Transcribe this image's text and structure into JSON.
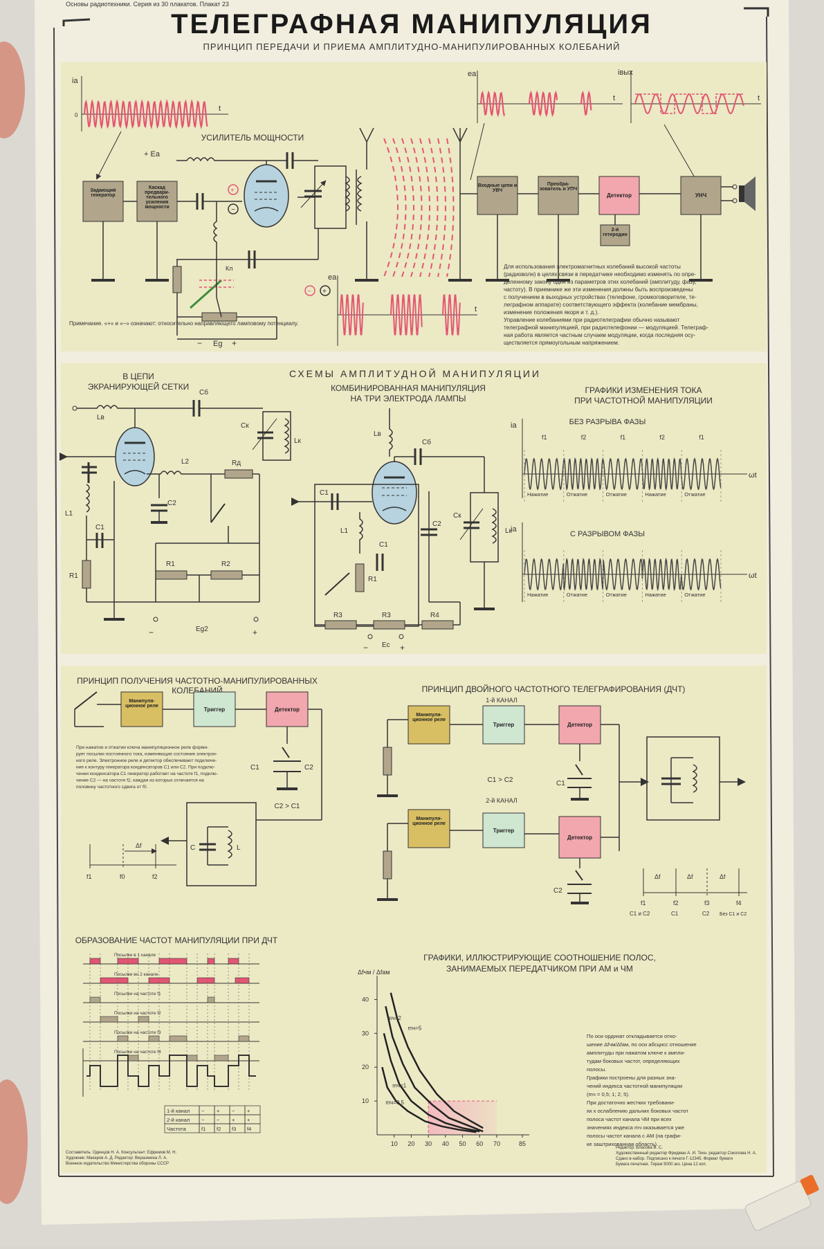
{
  "header": {
    "series": "Основы радиотехники. Серия из 30 плакатов. Плакат 23",
    "title": "ТЕЛЕГРАФНАЯ МАНИПУЛЯЦИЯ",
    "subtitle": "ПРИНЦИП ПЕРЕДАЧИ И ПРИЕМА АМПЛИТУДНО-МАНИПУЛИРОВАННЫХ КОЛЕБАНИЙ"
  },
  "panel1": {
    "amplifier_title": "УСИЛИТЕЛЬ МОЩНОСТИ",
    "blocks": {
      "oscillator": "Задающий генератор",
      "preamp": "Каскад предвари-тельного усиления мощности",
      "input": "Входные цепи и УВЧ",
      "mixer": "Преобра-зователь и УПЧ",
      "detector": "Детектор",
      "ulf": "УНЧ",
      "heterodyne": "2-й гетеродин"
    },
    "labels": {
      "i_a": "iа",
      "t": "t",
      "e_a": "eа",
      "i_out": "iвых",
      "e_a2": "eа",
      "e_b": "+ Eа",
      "e_g": "Eg",
      "minus": "−",
      "plus": "+",
      "key": "Кл",
      "zero": "0"
    },
    "note": "Примечание. «+» и «−» означают: относительно направляющего ламповому потенциалу.",
    "description": [
      "Для использования электромагнитных колебаний высокой частоты",
      "(радиоволн) в целях связи в передатчике необходимо изменять по опре-",
      "деленному закону один из параметров этих колебаний (амплитуду, фазу,",
      "частоту). В приемнике же эти изменения должны быть воспроизведены",
      "с получением в выходных устройствах (телефоне, громкоговорителе, те-",
      "леграфном аппарате) соответствующего эффекта (колебание мембраны,",
      "изменение положения якоря и т. д.).",
      "Управление колебаниями при радиотелеграфии обычно называют",
      "телеграфной манипуляцией, при радиотелефонии — модуляцией. Телеграф-",
      "ная работа является частным случаем модуляции, когда последняя осу-",
      "ществляется прямоугольным напряжением."
    ]
  },
  "panel2": {
    "title": "СХЕМЫ АМПЛИТУДНОЙ МАНИПУЛЯЦИИ",
    "left_title": [
      "В ЦЕПИ",
      "ЭКРАНИРУЮЩЕЙ СЕТКИ"
    ],
    "mid_title": [
      "КОМБИНИРОВАННАЯ МАНИПУЛЯЦИЯ",
      "НА ТРИ ЭЛЕКТРОДА ЛАМПЫ"
    ],
    "right_title": [
      "ГРАФИКИ ИЗМЕНЕНИЯ ТОКА",
      "ПРИ ЧАСТОТНОЙ МАНИПУЛЯЦИИ"
    ],
    "no_break": "БЕЗ РАЗРЫВА ФАЗЫ",
    "with_break": "С РАЗРЫВОМ ФАЗЫ",
    "freqs": [
      "f1",
      "f2",
      "f1",
      "f2",
      "f1"
    ],
    "states": [
      "Нажатие",
      "Отжатие",
      "Отжатие",
      "Нажатие",
      "Отжатие"
    ],
    "states2": [
      "Нажатие",
      "Отжатие",
      "Отжатие",
      "Нажатие",
      "Отжатие"
    ],
    "comp": {
      "Lb": "Lв",
      "Cb": "Cб",
      "Ck": "Cк",
      "Lk": "Lк",
      "L1": "L1",
      "C1": "C1",
      "R1": "R1",
      "R2": "R2",
      "R3": "R3",
      "R4": "R4",
      "C2": "C2",
      "L2": "L2",
      "Rg": "Rд",
      "Eg": "Eg2",
      "Ec": "Eс",
      "ia": "iа",
      "wt": "ωt"
    }
  },
  "panel3": {
    "left_title": [
      "ПРИНЦИП ПОЛУЧЕНИЯ ЧАСТОТНО-МАНИПУЛИРОВАННЫХ",
      "КОЛЕБАНИЙ"
    ],
    "right_title": "ПРИНЦИП ДВОЙНОГО ЧАСТОТНОГО ТЕЛЕГРАФИРОВАНИЯ (ДЧТ)",
    "relay": "Манипуля-ционное реле",
    "trigger": "Триггер",
    "detector": "Детектор",
    "channel1": "1-й КАНАЛ",
    "channel2": "2-й КАНАЛ",
    "c1_gt_c2": "C1 > C2",
    "c2_gt_c1": "C2 > C1",
    "description": [
      "При нажатии и отжатии ключа манипуляционное реле форми-",
      "рует посылки постоянного тока, изменяющие состояние электрон-",
      "ного реле. Электронное реле и детектор обеспечивают подключе-",
      "ние к контуру генератора конденсаторов C1 или C2. При подклю-",
      "чении конденсатора C1 генератор работает на частоте f1, подклю-",
      "чение C2 — на частоте f2, каждая из которых отличается на",
      "половину частотного сдвига от f0."
    ],
    "labels": {
      "C": "C",
      "L": "L",
      "C1": "C1",
      "C2": "C2",
      "df": "Δf",
      "f1": "f1",
      "f0": "f0",
      "f2": "f2",
      "f3": "f3",
      "f4": "f4",
      "cc": "C1 и C2",
      "c1": "C1",
      "c2": "C2",
      "none": "Без C1 и C2"
    }
  },
  "panel4": {
    "left_title": "ОБРАЗОВАНИЕ ЧАСТОТ МАНИПУЛЯЦИИ ПРИ ДЧТ",
    "rows": [
      "Посылки в 1 канале",
      "Посылки во 2 канале",
      "Посылки на частоте f1",
      "Посылки на частоте f2",
      "Посылки на частоте f3",
      "Посылки на частоте f4"
    ],
    "table": [
      [
        "1-й канал",
        "−",
        "+",
        "−",
        "+"
      ],
      [
        "2-й канал",
        "−",
        "−",
        "+",
        "+"
      ],
      [
        "Частота",
        "f1",
        "f2",
        "f3",
        "f4"
      ]
    ],
    "right_title": [
      "ГРАФИКИ, ИЛЛЮСТРИРУЮЩИЕ СООТНОШЕНИЕ ПОЛОС,",
      "ЗАНИМАЕМЫХ ПЕРЕДАТЧИКОМ ПРИ АМ и ЧМ"
    ],
    "description": [
      "По оси ординат откладывается отно-",
      "шение Δfчм/Δfам, по оси абсцисс отношение",
      "амплитуды при нажатом ключе к ампли-",
      "тудам боковых частот, определяющих",
      "полосы.",
      "Графики построены для разных зна-",
      "чений индекса частотной манипуляции",
      "(mч = 0,5; 1; 2; 5).",
      "При достаточно жестких требовани-",
      "ях к ослаблению дальних боковых частот",
      "полоса частот канала ЧМ при всех",
      "значениях индекса mч оказывается уже",
      "полосы частот канала с АМ (на графи-",
      "ке заштрихованная область)."
    ]
  },
  "chart_data": {
    "type": "line",
    "title": "ГРАФИКИ, ИЛЛЮСТРИРУЮЩИЕ СООТНОШЕНИЕ ПОЛОС, ЗАНИМАЕМЫХ ПЕРЕДАТЧИКОМ ПРИ АМ и ЧМ",
    "ylabel": "Δfчм / Δfам",
    "xlabel": "",
    "xlim": [
      0,
      85
    ],
    "ylim": [
      0,
      45
    ],
    "xticks": [
      10,
      20,
      30,
      40,
      50,
      60,
      70,
      85
    ],
    "yticks": [
      10,
      20,
      30,
      40
    ],
    "series": [
      {
        "name": "mч=5",
        "x": [
          8,
          12,
          18,
          25,
          35,
          45,
          55,
          62
        ],
        "y": [
          42,
          34,
          26,
          19,
          12,
          7,
          4,
          2
        ]
      },
      {
        "name": "mч=2",
        "x": [
          5,
          9,
          15,
          22,
          32,
          42,
          52,
          62
        ],
        "y": [
          38,
          29,
          21,
          14,
          9,
          5,
          3,
          1
        ]
      },
      {
        "name": "mч=1",
        "x": [
          4,
          8,
          13,
          20,
          30,
          40,
          50,
          60
        ],
        "y": [
          30,
          22,
          15,
          10,
          6,
          3.5,
          2,
          1
        ]
      },
      {
        "name": "mч=0,5",
        "x": [
          3,
          6,
          11,
          18,
          28,
          38,
          48,
          58
        ],
        "y": [
          20,
          14,
          10,
          7,
          4,
          2.5,
          1.5,
          0.8
        ]
      }
    ],
    "labels": {
      "m5": "mч=5",
      "m2": "mч=2",
      "m1": "mч=1",
      "m05": "mч=0,5"
    }
  },
  "footer": {
    "left": [
      "Составитель: Одинцов Н. А. Консультант: Ефремов М. Н.",
      "Художник: Макаров А. Д. Редактор: Вершинина Л. А.",
      "Военное издательство Министерства обороны СССР"
    ],
    "right": [
      "Редактор: Власова В. С.",
      "Художественный редактор Фридман А. И. Техн. редактор Соколова Н. А.",
      "Сдано в набор. Подписано к печати Г-12345. Формат бумаги",
      "Бумага печатная. Тираж 5000 экз. Цена 12 коп."
    ]
  },
  "colors": {
    "paper": "#f1eedf",
    "panel": "#ece9c5",
    "wave": "#e25673",
    "block": "#b1a68b",
    "detector": "#f2a6ae",
    "relay": "#d9bf63",
    "trigger": "#cfe6d1",
    "tube": "#b6d3df",
    "shade": "#f3b5c0"
  }
}
